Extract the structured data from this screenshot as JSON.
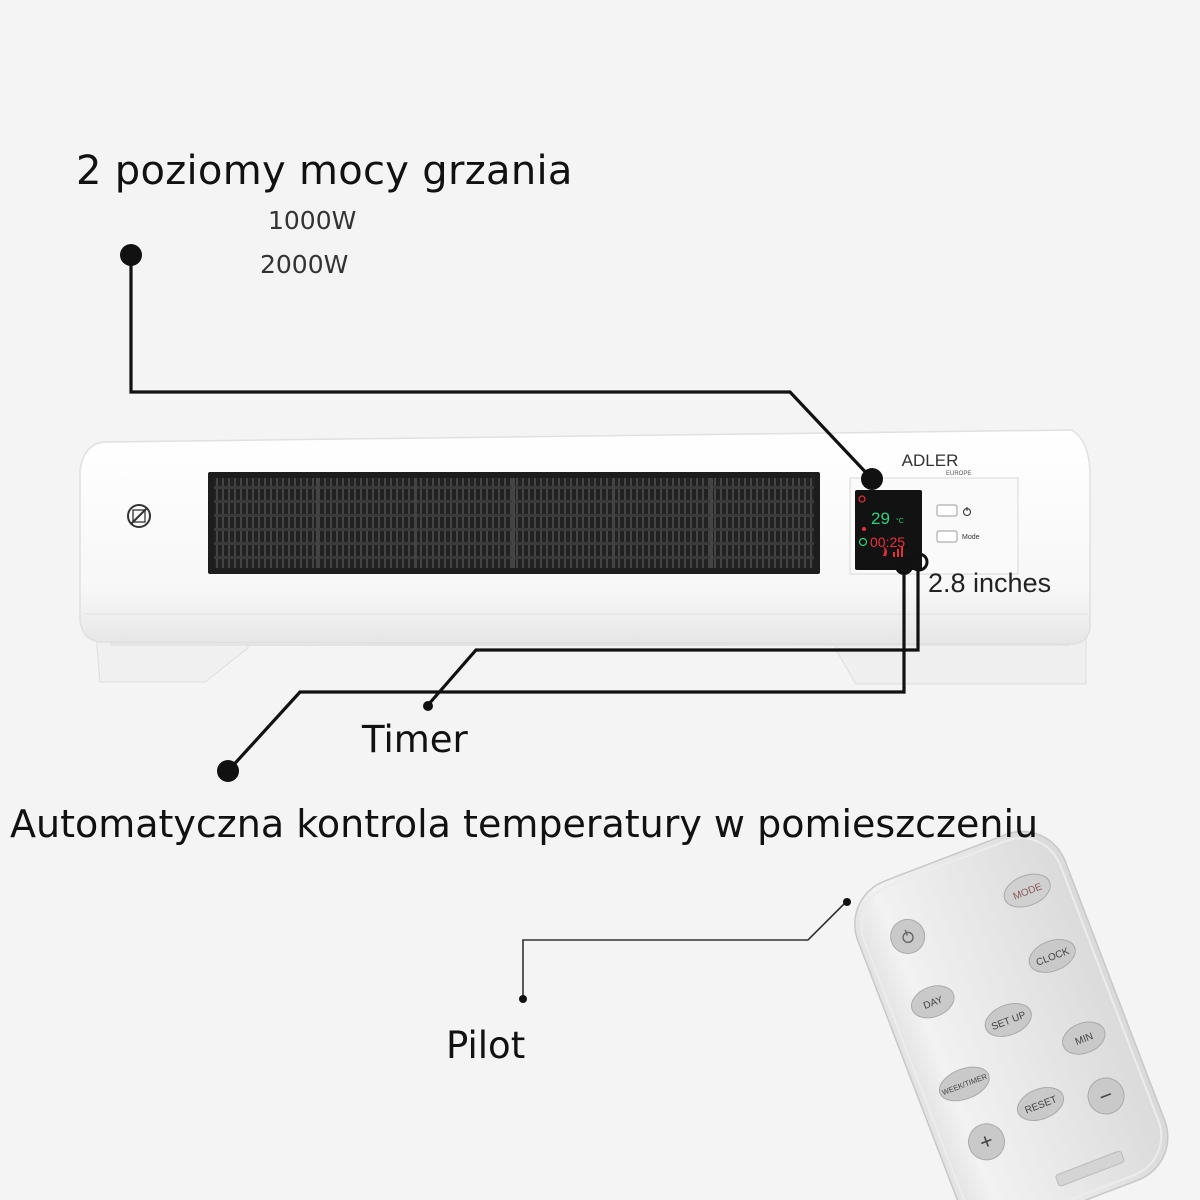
{
  "labels": {
    "heading": "2 poziomy mocy grzania",
    "power_1": "1000W",
    "power_2": "2000W",
    "dimension": "2.8 inches",
    "timer": "Timer",
    "auto_control": "Automatyczna kontrola temperatury w pomieszczeniu",
    "remote": "Pilot"
  },
  "heater": {
    "brand": "ADLER",
    "brand_sub": "EUROPE",
    "display_temp": "29",
    "display_unit": "°C",
    "display_time": "00:25",
    "mode_label": "Mode"
  },
  "remote": {
    "buttons": {
      "mode": "MODE",
      "day": "DAY",
      "clock": "CLOCK",
      "setup": "SET UP",
      "min": "MIN",
      "week_timer": "WEEK/TIMER",
      "plus": "+",
      "reset": "RESET",
      "minus": "−"
    }
  },
  "colors": {
    "background": "#f4f4f4",
    "heater_body": "#ffffff",
    "grille": "#2a2a2a",
    "display_green": "#2fd07a",
    "display_red": "#e8303a",
    "callout_line": "#111111",
    "remote_button": "#c9c9c9"
  },
  "icons": [
    "power-icon",
    "no-cover-icon"
  ]
}
